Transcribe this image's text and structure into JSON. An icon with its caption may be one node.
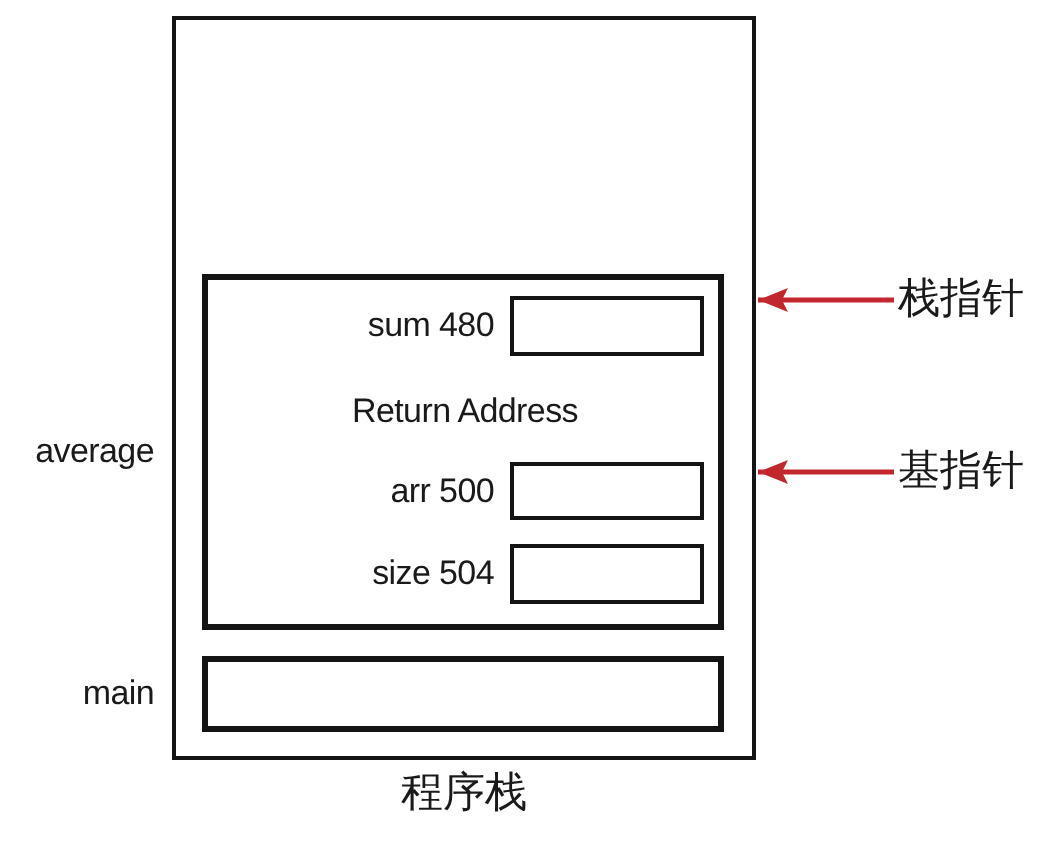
{
  "diagram": {
    "nodes": [
      {
        "text": [
          "程序栈"
        ]
      },
      {
        "text": [
          "average"
        ],
        "in": 0
      },
      {
        "text": [
          "sum 480"
        ],
        "in": 1
      },
      {
        "text": [
          "arr 500"
        ],
        "in": 1
      },
      {
        "text": [
          "size 504"
        ],
        "in": 1
      },
      {
        "text": [
          "main"
        ],
        "in": 0
      },
      {
        "text": [
          "栈指针"
        ]
      },
      {
        "text": [
          "基指针"
        ]
      }
    ],
    "edges": [
      {
        "from": 6,
        "to": 0,
        "arrow": "to"
      },
      {
        "from": 7,
        "to": 0,
        "arrow": "to"
      }
    ],
    "labels": [
      "Return Address"
    ]
  }
}
